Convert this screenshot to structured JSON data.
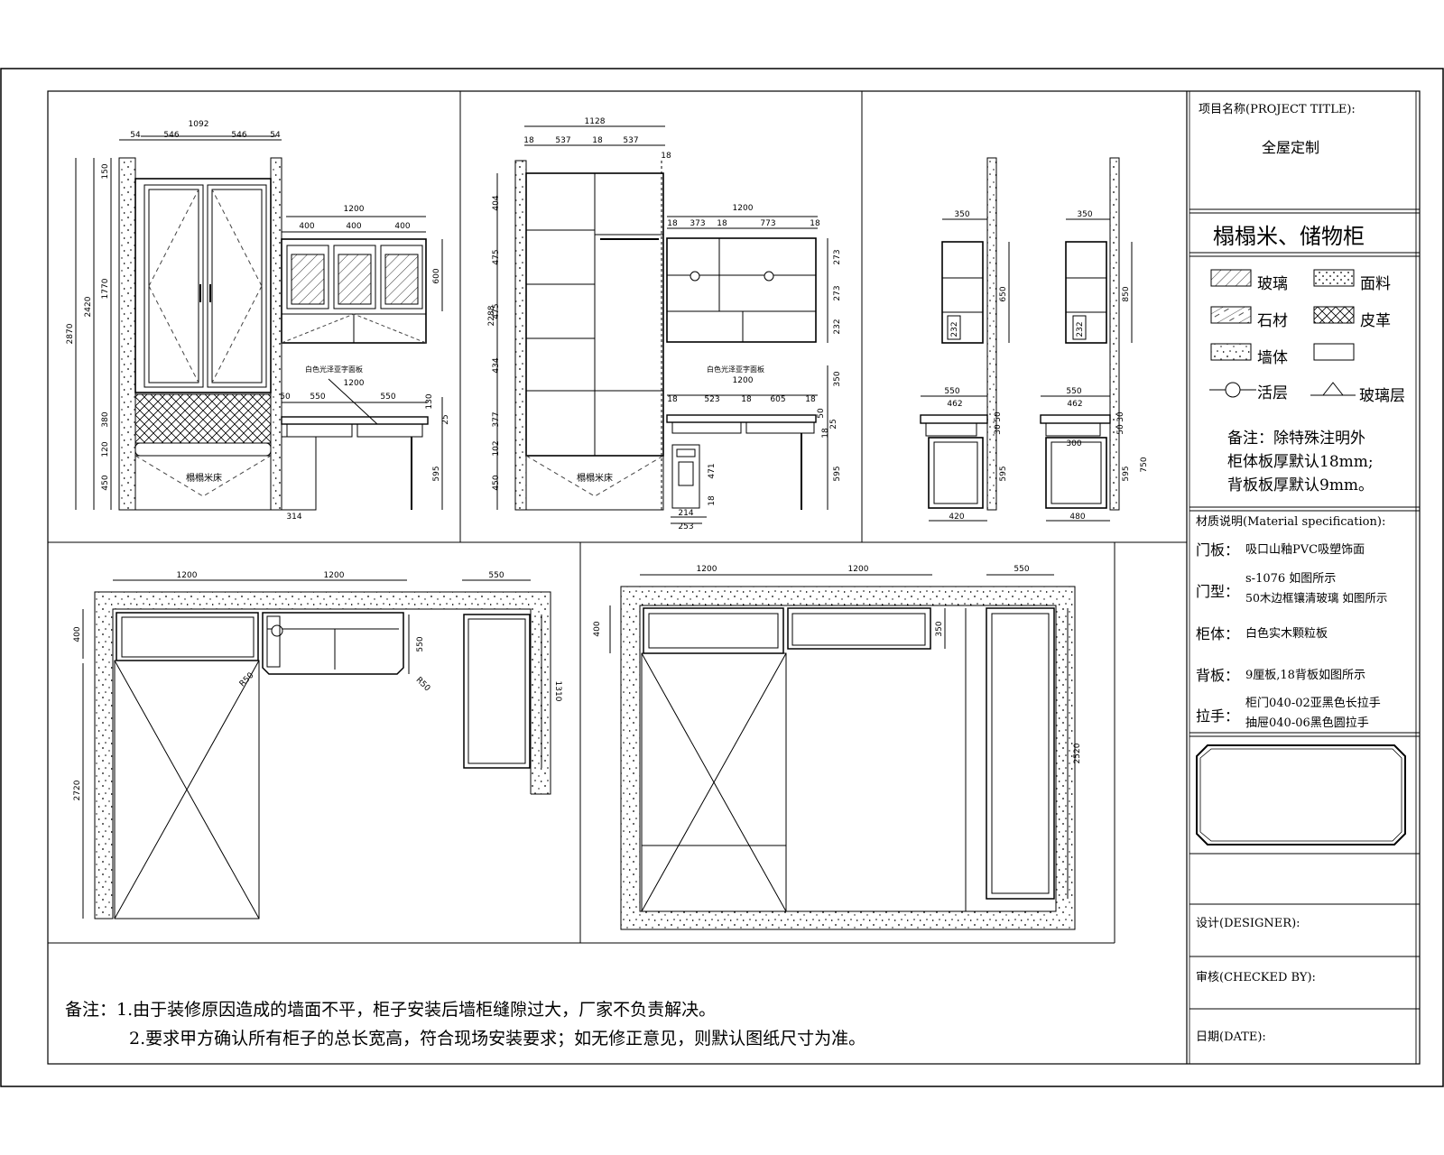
{
  "title_block": {
    "project_title_label": "项目名称(PROJECT TITLE):",
    "project_name": "全屋定制",
    "drawing_title": "榻榻米、储物柜",
    "legend": [
      {
        "label": "玻璃",
        "pattern": "hatch"
      },
      {
        "label": "面料",
        "pattern": "dots"
      },
      {
        "label": "石材",
        "pattern": "stone"
      },
      {
        "label": "皮革",
        "pattern": "cross"
      },
      {
        "label": "墙体",
        "pattern": "wall"
      },
      {
        "label": "",
        "pattern": "blank"
      },
      {
        "label": "活层",
        "pattern": "circle-symbol"
      },
      {
        "label": "玻璃层",
        "pattern": "triangle-symbol"
      }
    ],
    "remark_lines": [
      "备注：除特殊注明外",
      "柜体板厚默认18mm;",
      "背板板厚默认9mm。"
    ],
    "material_label": "材质说明(Material specification):",
    "materials": [
      {
        "key": "门板：",
        "lines": [
          "吸口山釉PVC吸塑饰面"
        ]
      },
      {
        "key": "门型：",
        "lines": [
          "s-1076 如图所示",
          "50木边框镶清玻璃 如图所示"
        ]
      },
      {
        "key": "柜体：",
        "lines": [
          "白色实木颗粒板"
        ]
      },
      {
        "key": "背板：",
        "lines": [
          "9厘板,18背板如图所示"
        ]
      },
      {
        "key": "拉手：",
        "lines": [
          "柜门040-02亚黑色长拉手",
          "抽屉040-06黑色圆拉手"
        ]
      }
    ],
    "designer_label": "设计(DESIGNER):",
    "checked_label": "审核(CHECKED BY):",
    "date_label": "日期(DATE):"
  },
  "footer_notes": [
    "备注：1.由于装修原因造成的墙面不平，柜子安装后墙柜缝隙过大，厂家不负责解决。",
    "2.要求甲方确认所有柜子的总长宽高，符合现场安装要求；如无修正意见，则默认图纸尺寸为准。"
  ],
  "dimensions": {
    "v1_top": [
      "1092",
      "54",
      "546",
      "546",
      "54",
      "1200",
      "400",
      "400",
      "400",
      "1200",
      "50",
      "550",
      "550"
    ],
    "v1_left": [
      "2870",
      "2420",
      "1770",
      "380",
      "120",
      "450",
      "150"
    ],
    "v1_right": [
      "600",
      "130",
      "25",
      "595",
      "314"
    ],
    "v1_labels": [
      "榻榻米床",
      "白色光泽亚字面板"
    ],
    "v2_top": [
      "1128",
      "18",
      "537",
      "18",
      "537",
      "18",
      "1200",
      "18",
      "373",
      "18",
      "773",
      "18",
      "1200",
      "18",
      "523",
      "18",
      "605",
      "18"
    ],
    "v2_left": [
      "2288",
      "404",
      "475",
      "475",
      "434",
      "377",
      "102",
      "450"
    ],
    "v2_right": [
      "273",
      "273",
      "232",
      "350",
      "50",
      "595",
      "25",
      "18",
      "471",
      "18",
      "214",
      "253"
    ],
    "v2_labels": [
      "榻榻米床",
      "白色光泽亚字面板"
    ],
    "v3": [
      "350",
      "650",
      "232",
      "550",
      "462",
      "50",
      "30",
      "595",
      "420",
      "350",
      "850",
      "232",
      "550",
      "462",
      "30",
      "50",
      "595",
      "750",
      "300",
      "480"
    ],
    "plan1": [
      "1200",
      "1200",
      "550",
      "400",
      "550",
      "R50",
      "R50",
      "2720",
      "1310"
    ],
    "plan2": [
      "1200",
      "1200",
      "550",
      "400",
      "350",
      "2520"
    ]
  },
  "colors": {
    "line": "#000000",
    "paper": "#ffffff",
    "dash": "#444444"
  }
}
